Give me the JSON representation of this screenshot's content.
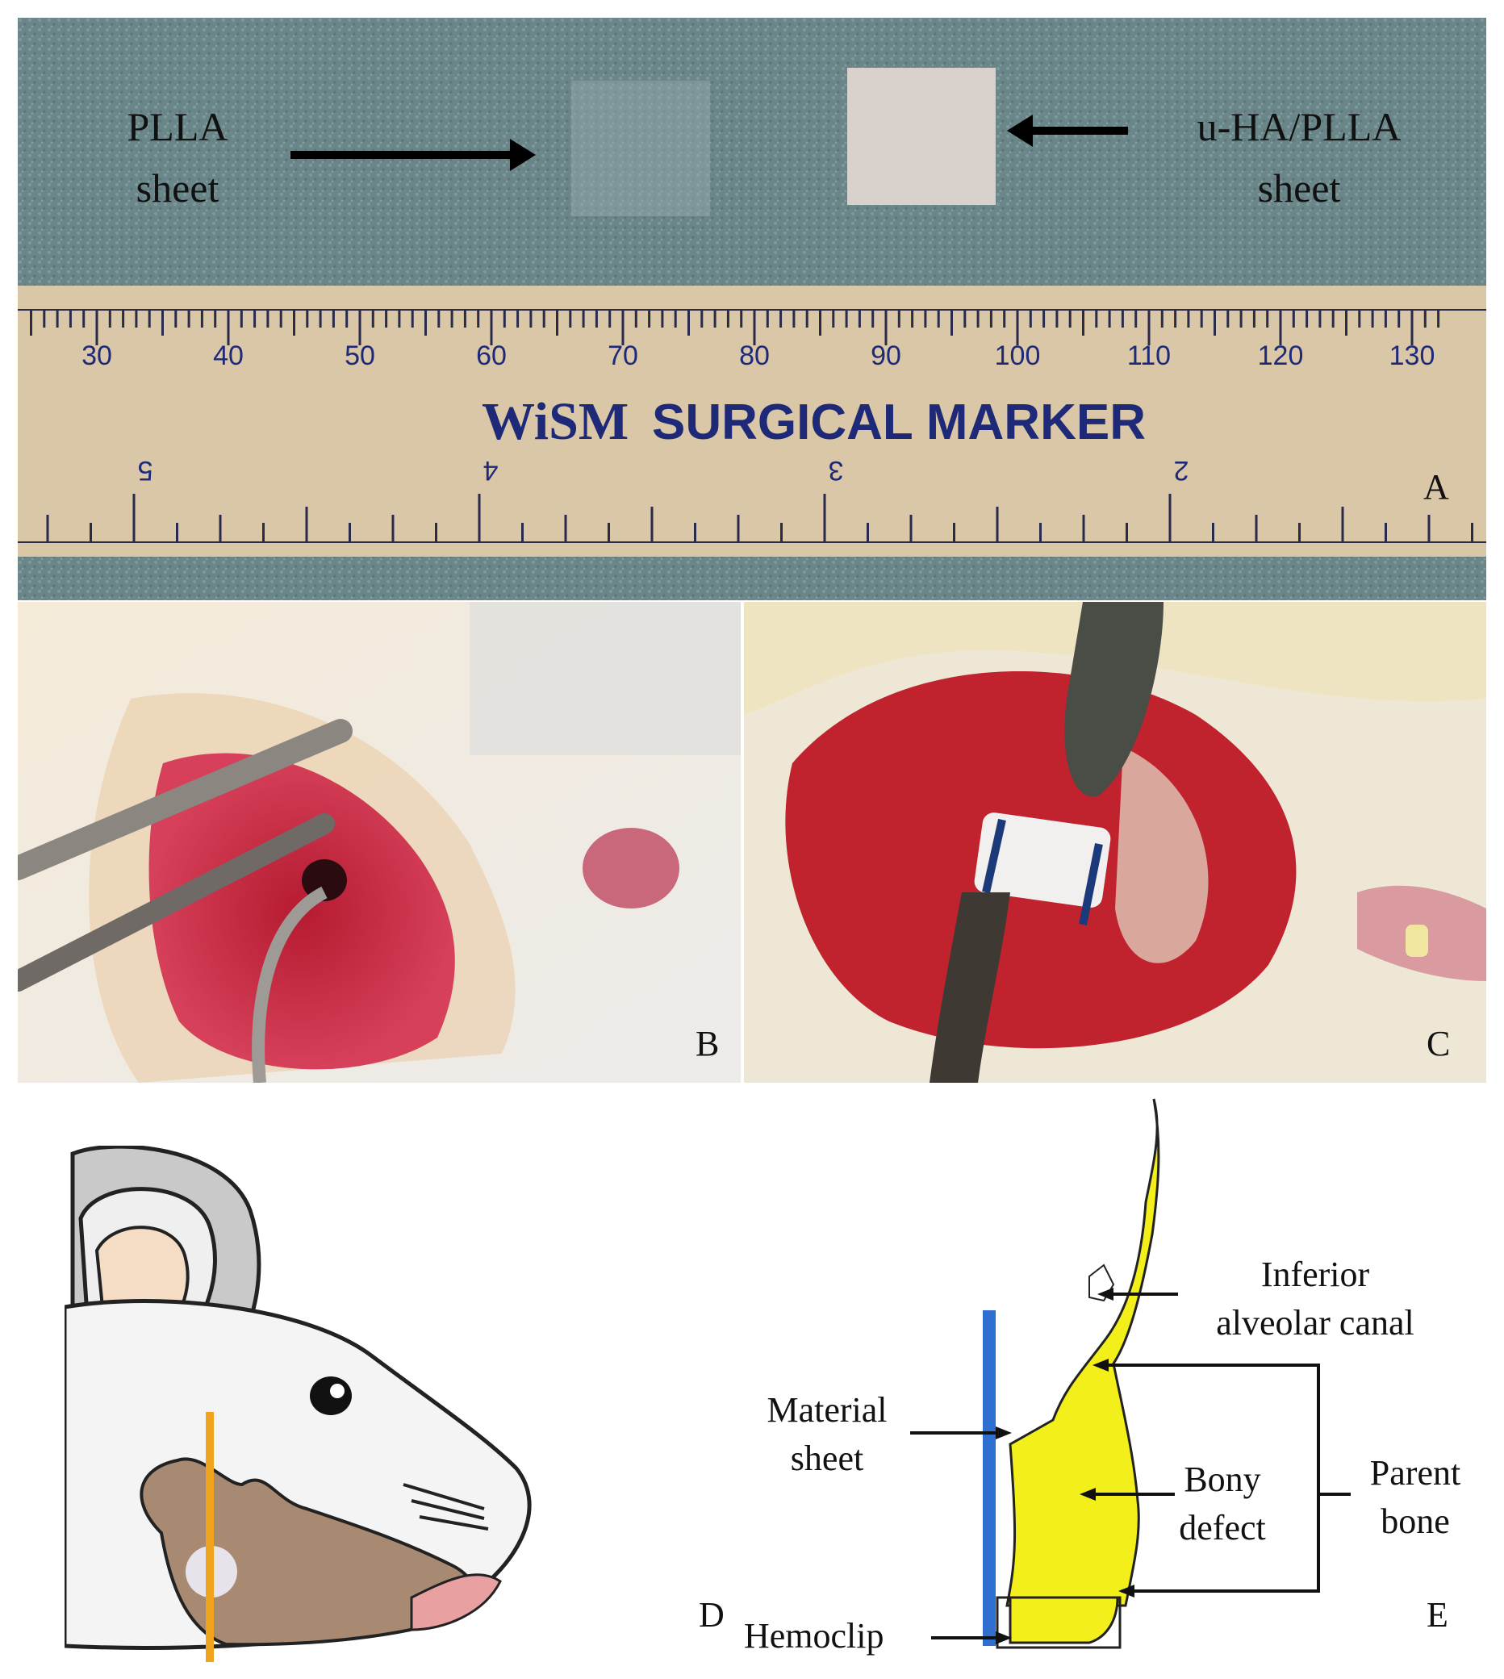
{
  "figure": {
    "panels": [
      {
        "id": "A",
        "label": "A"
      },
      {
        "id": "B",
        "label": "B"
      },
      {
        "id": "C",
        "label": "C"
      },
      {
        "id": "D",
        "label": "D"
      },
      {
        "id": "E",
        "label": "E"
      }
    ]
  },
  "panel_a": {
    "left_label_line1": "PLLA",
    "left_label_line2": "sheet",
    "right_label_line1": "u-HA/PLLA",
    "right_label_line2": "sheet",
    "ruler": {
      "mm_numbers": [
        "30",
        "40",
        "50",
        "60",
        "70",
        "80",
        "90",
        "100",
        "110",
        "120",
        "130"
      ],
      "brand": "WiSM",
      "product": "SURGICAL MARKER",
      "inch_numbers": [
        "5",
        "4",
        "3",
        "2"
      ]
    }
  },
  "panel_e": {
    "inferior_canal_line1": "Inferior",
    "inferior_canal_line2": "alveolar canal",
    "material_line1": "Material",
    "material_line2": "sheet",
    "bony_line1": "Bony",
    "bony_line2": "defect",
    "parent_line1": "Parent",
    "parent_line2": "bone",
    "hemoclip": "Hemoclip"
  },
  "colors": {
    "drape": "#6f8a8c",
    "ruler": "#d9c7a8",
    "ruler_text": "#1e2a78",
    "bone_yellow": "#f2ef1a",
    "sheet_blue": "#2f6fcf",
    "tissue_red": "#c0232e",
    "rat_jaw": "#a88a72",
    "marker_orange": "#f0a31c"
  }
}
